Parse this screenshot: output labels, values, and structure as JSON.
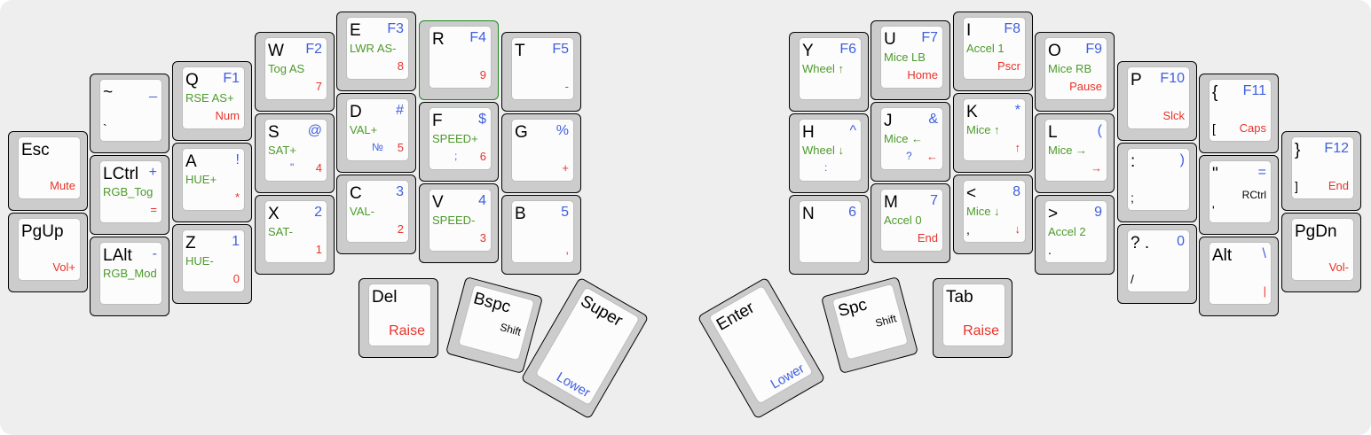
{
  "colors": {
    "green": "#4c9a2a",
    "blue": "#3f5fe0",
    "red": "#e8332a",
    "keyFill": "#cccccc",
    "capFill": "#fcfcfc"
  },
  "keys": [
    {
      "id": "esc",
      "tl": "Esc",
      "br": "Mute"
    },
    {
      "id": "pgup",
      "tl": "PgUp",
      "br": "Vol+"
    },
    {
      "id": "tilde",
      "tl": "~",
      "tr": "_",
      "bl": "`"
    },
    {
      "id": "lctrl",
      "tl": "LCtrl",
      "tr": "+",
      "ml": "RGB_Tog",
      "br": "="
    },
    {
      "id": "lalt",
      "tl": "LAlt",
      "tr": "-",
      "ml": "RGB_Mod"
    },
    {
      "id": "q",
      "tl": "Q",
      "tr": "F1",
      "ml": "RSE AS+",
      "br": "Num"
    },
    {
      "id": "a",
      "tl": "A",
      "tr": "!",
      "ml": "HUE+",
      "br": "*"
    },
    {
      "id": "z",
      "tl": "Z",
      "tr": "1",
      "ml": "HUE-",
      "br": "0"
    },
    {
      "id": "w",
      "tl": "W",
      "tr": "F2",
      "ml": "Tog AS",
      "br": "7"
    },
    {
      "id": "s",
      "tl": "S",
      "tr": "@",
      "ml": "SAT+",
      "bm": "\"",
      "br": "4"
    },
    {
      "id": "x",
      "tl": "X",
      "tr": "2",
      "ml": "SAT-",
      "br": "1"
    },
    {
      "id": "e",
      "tl": "E",
      "tr": "F3",
      "ml": "LWR AS-",
      "br": "8"
    },
    {
      "id": "d",
      "tl": "D",
      "tr": "#",
      "ml": "VAL+",
      "bm": "№",
      "br": "5"
    },
    {
      "id": "c",
      "tl": "C",
      "tr": "3",
      "ml": "VAL-",
      "br": "2"
    },
    {
      "id": "r",
      "tl": "R",
      "tr": "F4",
      "br": "9"
    },
    {
      "id": "f",
      "tl": "F",
      "tr": "$",
      "ml": "SPEED+",
      "bm": ";",
      "br": "6"
    },
    {
      "id": "v",
      "tl": "V",
      "tr": "4",
      "ml": "SPEED-",
      "br": "3"
    },
    {
      "id": "t",
      "tl": "T",
      "tr": "F5",
      "br": "-"
    },
    {
      "id": "g",
      "tl": "G",
      "tr": "%",
      "br": "+"
    },
    {
      "id": "b",
      "tl": "B",
      "tr": "5",
      "br": ","
    },
    {
      "id": "del",
      "tl": "Del",
      "big": "Raise"
    },
    {
      "id": "bspc",
      "tl": "Bspc",
      "mid": "Shift"
    },
    {
      "id": "super",
      "tl": "Super",
      "lower": "Lower"
    },
    {
      "id": "enter",
      "tl": "Enter",
      "lower": "Lower"
    },
    {
      "id": "spc",
      "tl": "Spc",
      "mid": "Shift"
    },
    {
      "id": "tab",
      "tl": "Tab",
      "big": "Raise"
    },
    {
      "id": "y",
      "tl": "Y",
      "tr": "F6",
      "ml": "Wheel ↑"
    },
    {
      "id": "h",
      "tl": "H",
      "tr": "^",
      "ml": "Wheel ↓",
      "bm": ":"
    },
    {
      "id": "n",
      "tl": "N",
      "tr": "6"
    },
    {
      "id": "u",
      "tl": "U",
      "tr": "F7",
      "ml": "Mice LB",
      "br": "Home"
    },
    {
      "id": "j",
      "tl": "J",
      "tr": "&",
      "ml": "Mice ←",
      "bm": "?",
      "br": "←"
    },
    {
      "id": "m",
      "tl": "M",
      "tr": "7",
      "ml": "Accel 0",
      "br": "End"
    },
    {
      "id": "i",
      "tl": "I",
      "tr": "F8",
      "ml": "Accel 1",
      "br": "Pscr"
    },
    {
      "id": "k",
      "tl": "K",
      "tr": "*",
      "ml": "Mice ↑",
      "br": "↑"
    },
    {
      "id": "comma",
      "tl": "<",
      "tr": "8",
      "ml": "Mice ↓",
      "bl": ",",
      "br": "↓"
    },
    {
      "id": "o",
      "tl": "O",
      "tr": "F9",
      "ml": "Mice RB",
      "br": "Pause"
    },
    {
      "id": "l",
      "tl": "L",
      "tr": "(",
      "ml": "Mice →",
      "br": "→"
    },
    {
      "id": "dot",
      "tl": ">",
      "tr": "9",
      "ml": "Accel 2",
      "bl": "."
    },
    {
      "id": "p",
      "tl": "P",
      "tr": "F10",
      "br": "Slck"
    },
    {
      "id": "semi",
      "tl": ":",
      "tr": ")",
      "bl": ";"
    },
    {
      "id": "slash",
      "tl": "? .",
      "tr": "0",
      "bl": "/"
    },
    {
      "id": "lbrace",
      "tl": "{",
      "tr": "F11",
      "bl": "[",
      "br": "Caps"
    },
    {
      "id": "quote",
      "tl": "\"",
      "tr": "=",
      "mid": "RCtrl",
      "bl": "'"
    },
    {
      "id": "alt",
      "tl": "Alt",
      "tr": "\\",
      "br": "|"
    },
    {
      "id": "rbrace",
      "tl": "}",
      "tr": "F12",
      "bl": "]",
      "br": "End"
    },
    {
      "id": "pgdn",
      "tl": "PgDn",
      "br": "Vol-"
    }
  ]
}
